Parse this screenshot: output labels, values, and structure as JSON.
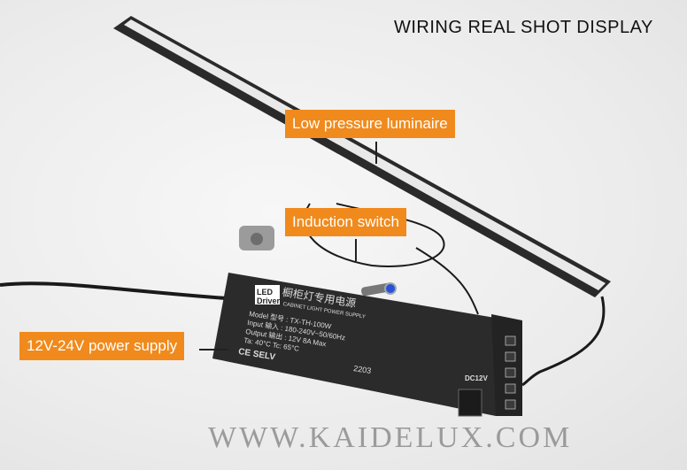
{
  "title": "WIRING REAL SHOT DISPLAY",
  "labels": {
    "luminaire": "Low pressure luminaire",
    "switch": "Induction switch",
    "power": "12V-24V power supply"
  },
  "watermark": "WWW.KAIDELUX.COM",
  "driver": {
    "logo": "LED Driver",
    "name_cn": "橱柜灯专用电源",
    "name_en": "CABINET LIGHT POWER SUPPLY",
    "model": "Model 型号 : TX-TH-100W",
    "input": "Input 输入 : 180-240V~50/60Hz",
    "output": "Output 输出 : 12V 8A Max",
    "temp": "Ta: 40°C   Tc: 65°C",
    "marks": "CE SELV",
    "code": "2203",
    "dc": "DC12V"
  },
  "colors": {
    "accent": "#f08a1c"
  }
}
